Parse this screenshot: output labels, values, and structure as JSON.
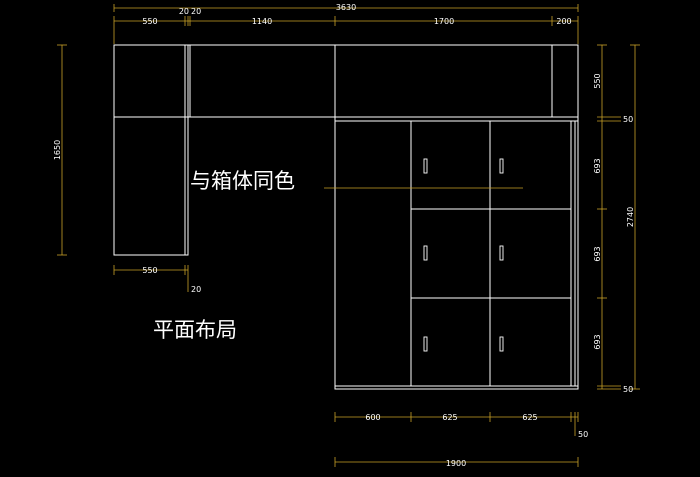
{
  "colors": {
    "background": "#000000",
    "lines": "#ffffff",
    "dimension_lines": "#c9a227"
  },
  "notes": {
    "same_color": "与箱体同色",
    "plan_layout": "平面布局"
  },
  "dimensions": {
    "total_width": "3630",
    "top_1": "550",
    "top_2": "20",
    "top_2b": "20",
    "top_3": "1140",
    "top_4": "1700",
    "top_5": "200",
    "left_height": "1650",
    "plan_width": "550",
    "plan_gap": "20",
    "right_550": "550",
    "right_50_top": "50",
    "right_693_a": "693",
    "right_693_b": "693",
    "right_693_c": "693",
    "right_50_bottom": "50",
    "total_height": "2740",
    "bottom_600": "600",
    "bottom_625_a": "625",
    "bottom_625_b": "625",
    "bottom_50": "50",
    "bottom_total": "1900"
  }
}
